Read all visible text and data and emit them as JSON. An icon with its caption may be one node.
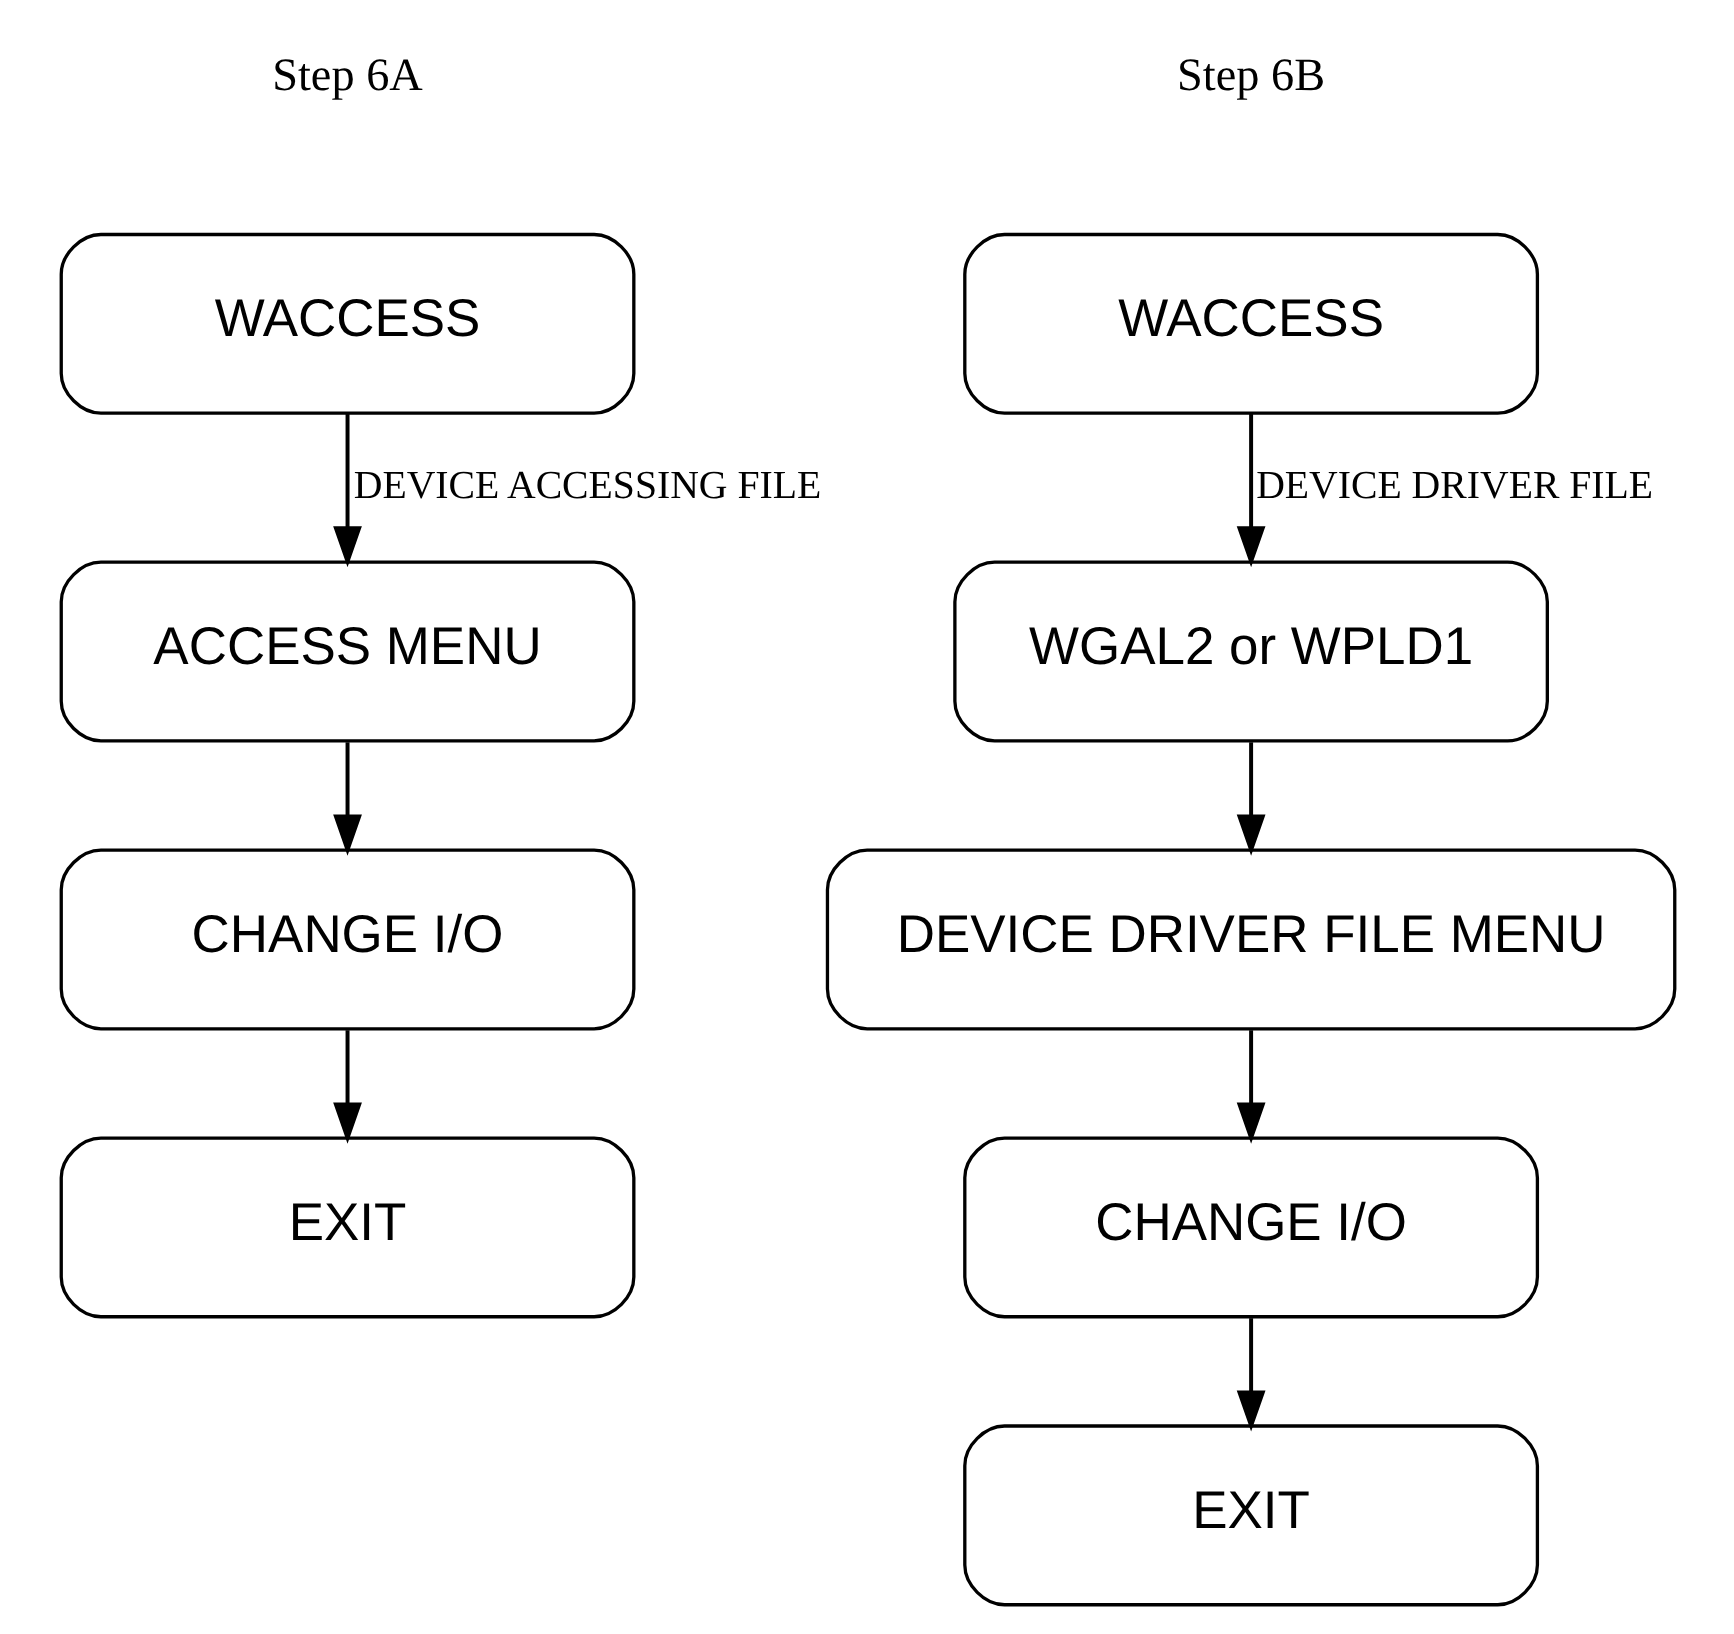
{
  "diagram": {
    "nodes": [
      {
        "text": [
          "WACCESS"
        ]
      },
      {
        "text": [
          "ACCESS MENU"
        ]
      },
      {
        "text": [
          "CHANGE I/O"
        ]
      },
      {
        "text": [
          "EXIT"
        ]
      },
      {
        "text": [
          "WACCESS"
        ]
      },
      {
        "text": [
          "WGAL2 or WPLD1"
        ]
      },
      {
        "text": [
          "DEVICE DRIVER FILE MENU"
        ]
      },
      {
        "text": [
          "CHANGE I/O"
        ]
      },
      {
        "text": [
          "EXIT"
        ]
      }
    ],
    "edges": [
      {
        "from": 0,
        "to": 1,
        "arrow": "to",
        "label": "DEVICE ACCESSING FILE"
      },
      {
        "from": 1,
        "to": 2,
        "arrow": "to"
      },
      {
        "from": 2,
        "to": 3,
        "arrow": "to"
      },
      {
        "from": 4,
        "to": 5,
        "arrow": "to",
        "label": "DEVICE DRIVER FILE"
      },
      {
        "from": 5,
        "to": 6,
        "arrow": "to"
      },
      {
        "from": 6,
        "to": 7,
        "arrow": "to"
      },
      {
        "from": 7,
        "to": 8,
        "arrow": "to"
      }
    ],
    "labels": [
      "Step 6A",
      "Step 6B"
    ]
  }
}
